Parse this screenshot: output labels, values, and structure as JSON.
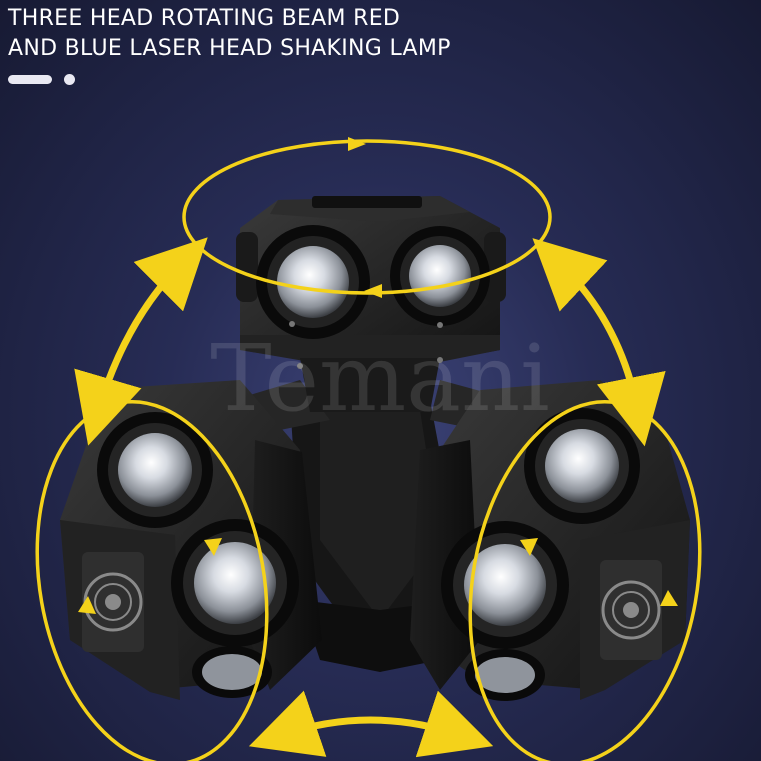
{
  "headline": {
    "line1": "THREE HEAD ROTATING BEAM RED",
    "line2": "AND BLUE LASER HEAD SHAKING LAMP"
  },
  "watermark": {
    "text": "Temani"
  },
  "colors": {
    "background_center": "#3d4478",
    "background_edge": "#171a33",
    "arrow": "#f4d21a",
    "housing_dark": "#151515",
    "housing_mid": "#2c2c2c",
    "lens_bezel": "#080808",
    "lens_glass": "#cfd4dc",
    "text": "#ffffff"
  },
  "icons": [
    "rotation-arrow-icon",
    "slide-indicator-icon"
  ]
}
